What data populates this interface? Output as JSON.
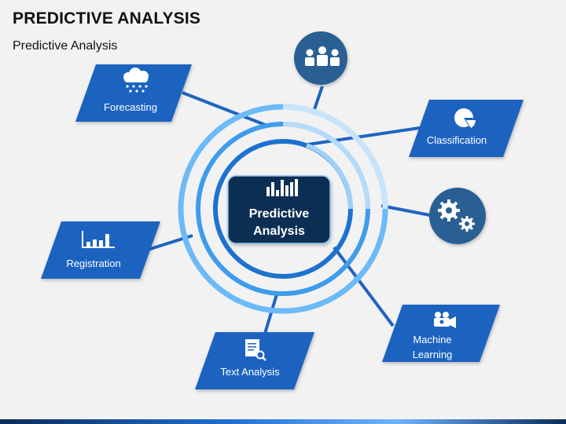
{
  "header": {
    "title": "PREDICTIVE ANALYSIS",
    "subtitle": "Predictive Analysis"
  },
  "center": {
    "line1": "Predictive",
    "line2": "Analysis",
    "icon": "analytics-icon"
  },
  "items": {
    "forecasting": {
      "label": "Forecasting",
      "icon": "rain-cloud-icon"
    },
    "classification": {
      "label": "Classification",
      "icon": "pie-chart-icon"
    },
    "registration": {
      "label": "Registration",
      "icon": "bar-chart-icon"
    },
    "text_analysis": {
      "label": "Text Analysis",
      "icon": "document-search-icon"
    },
    "machine_learning": {
      "line1": "Machine",
      "line2": "Learning",
      "icon": "robot-camera-icon"
    },
    "people": {
      "icon": "people-group-icon"
    },
    "gears": {
      "icon": "gears-icon"
    }
  },
  "colors": {
    "parallelogram": "#1f64c0",
    "circle": "#2b5f93",
    "center_box": "#0d2e52",
    "ring_light": "#5aaef5",
    "ring_dark": "#1d72cf"
  }
}
